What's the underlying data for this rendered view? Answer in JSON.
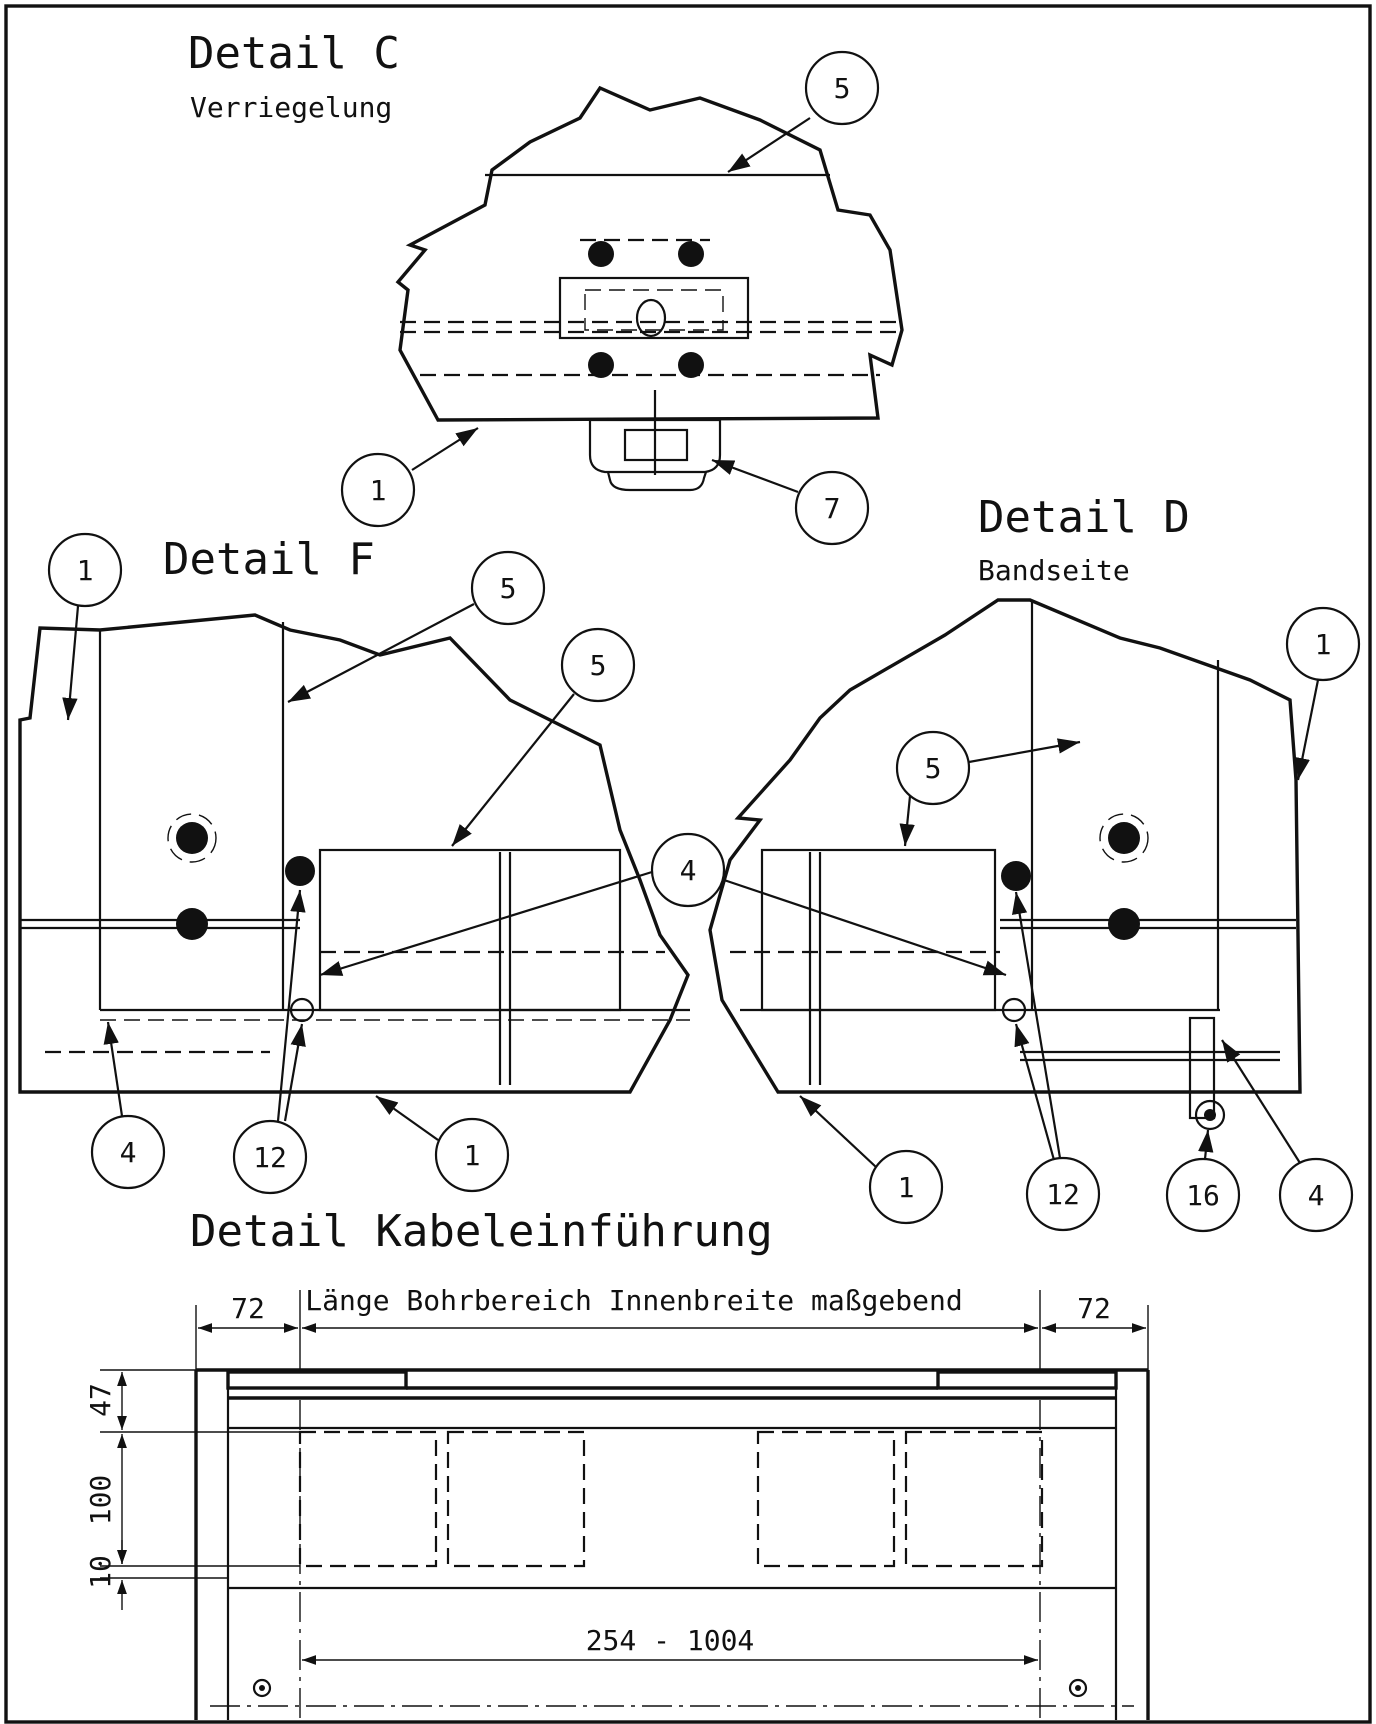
{
  "details": {
    "c": {
      "title": "Detail C",
      "subtitle": "Verriegelung"
    },
    "d": {
      "title": "Detail D",
      "subtitle": "Bandseite"
    },
    "f": {
      "title": "Detail F"
    },
    "k": {
      "title": "Detail Kabeleinführung"
    }
  },
  "bubbles": {
    "c_5": "5",
    "c_1": "1",
    "c_7": "7",
    "f_1a": "1",
    "f_5a": "5",
    "f_5b": "5",
    "f_4": "4",
    "f_12": "12",
    "f_1b": "1",
    "mid_4": "4",
    "d_5": "5",
    "d_1a": "1",
    "d_1b": "1",
    "d_12": "12",
    "d_16": "16",
    "d_4": "4"
  },
  "dims": {
    "left_72": "72",
    "right_72": "72",
    "bohrbereich": "Länge Bohrbereich Innenbreite maßgebend",
    "h_47": "47",
    "h_100": "100",
    "h_10": "10",
    "range": "254 - 1004"
  }
}
